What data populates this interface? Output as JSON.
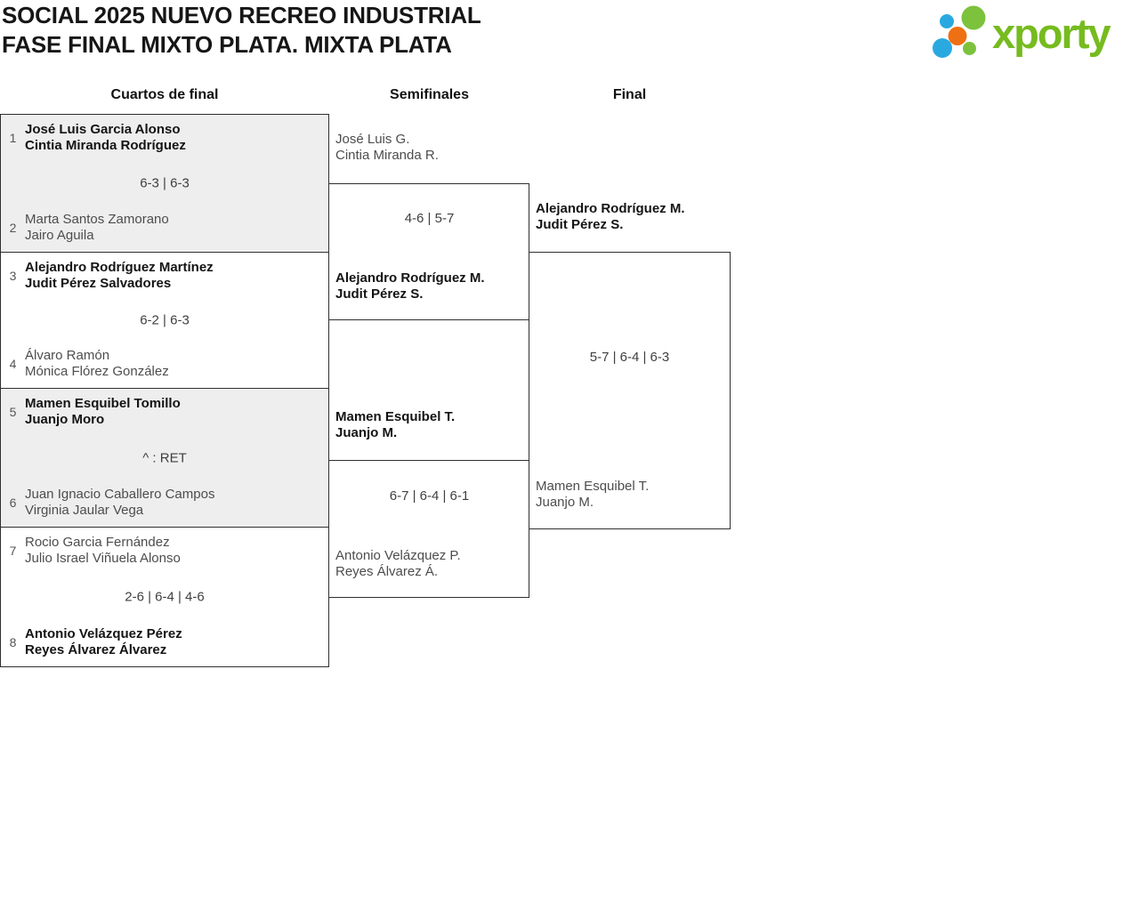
{
  "header": {
    "title_line1": "SOCIAL 2025 NUEVO RECREO INDUSTRIAL",
    "title_line2": "FASE FINAL MIXTO PLATA. MIXTA PLATA"
  },
  "logo": {
    "wordmark": "xporty"
  },
  "colors": {
    "brand_green": "#76bb1f",
    "dot_green": "#7cc23c",
    "dot_blue": "#2aa9e0",
    "dot_orange": "#ef7012",
    "block_fill": "#eeeeee",
    "border": "#2f2f2f"
  },
  "columns": {
    "quarterfinals": "Cuartos de final",
    "semifinals": "Semifinales",
    "final": "Final"
  },
  "bracket": {
    "quarterfinals": [
      {
        "seed_top": "1",
        "team_top": [
          "José Luis Garcia Alonso",
          "Cintia Miranda Rodríguez"
        ],
        "top_winner": true,
        "score": "6-3 | 6-3",
        "seed_bottom": "2",
        "team_bottom": [
          "Marta Santos Zamorano",
          "Jairo Aguila"
        ],
        "bottom_winner": false
      },
      {
        "seed_top": "3",
        "team_top": [
          "Alejandro Rodríguez Martínez",
          "Judit Pérez Salvadores"
        ],
        "top_winner": true,
        "score": "6-2 | 6-3",
        "seed_bottom": "4",
        "team_bottom": [
          "Álvaro Ramón",
          "Mónica Flórez González"
        ],
        "bottom_winner": false
      },
      {
        "seed_top": "5",
        "team_top": [
          "Mamen Esquibel Tomillo",
          "Juanjo Moro"
        ],
        "top_winner": true,
        "score": "^ : RET",
        "seed_bottom": "6",
        "team_bottom": [
          "Juan Ignacio Caballero Campos",
          "Virginia Jaular Vega"
        ],
        "bottom_winner": false
      },
      {
        "seed_top": "7",
        "team_top": [
          "Rocio Garcia Fernández",
          "Julio Israel Viñuela Alonso"
        ],
        "top_winner": false,
        "score": "2-6 | 6-4 | 4-6",
        "seed_bottom": "8",
        "team_bottom": [
          "Antonio Velázquez Pérez",
          "Reyes Álvarez Álvarez"
        ],
        "bottom_winner": true
      }
    ],
    "semifinals": [
      {
        "team_top": [
          "José Luis G.",
          "Cintia Miranda R."
        ],
        "top_winner": false,
        "score": "4-6 | 5-7",
        "team_bottom": [
          "Alejandro Rodríguez M.",
          "Judit Pérez S."
        ],
        "bottom_winner": true
      },
      {
        "team_top": [
          "Mamen Esquibel T.",
          "Juanjo M."
        ],
        "top_winner": true,
        "score": "6-7 | 6-4 | 6-1",
        "team_bottom": [
          "Antonio Velázquez P.",
          "Reyes Álvarez Á."
        ],
        "bottom_winner": false
      }
    ],
    "final": {
      "team_top": [
        "Alejandro Rodríguez M.",
        "Judit Pérez S."
      ],
      "top_winner": true,
      "score": "5-7 | 6-4 | 6-3",
      "team_bottom": [
        "Mamen Esquibel T.",
        "Juanjo M."
      ],
      "bottom_winner": false
    }
  }
}
